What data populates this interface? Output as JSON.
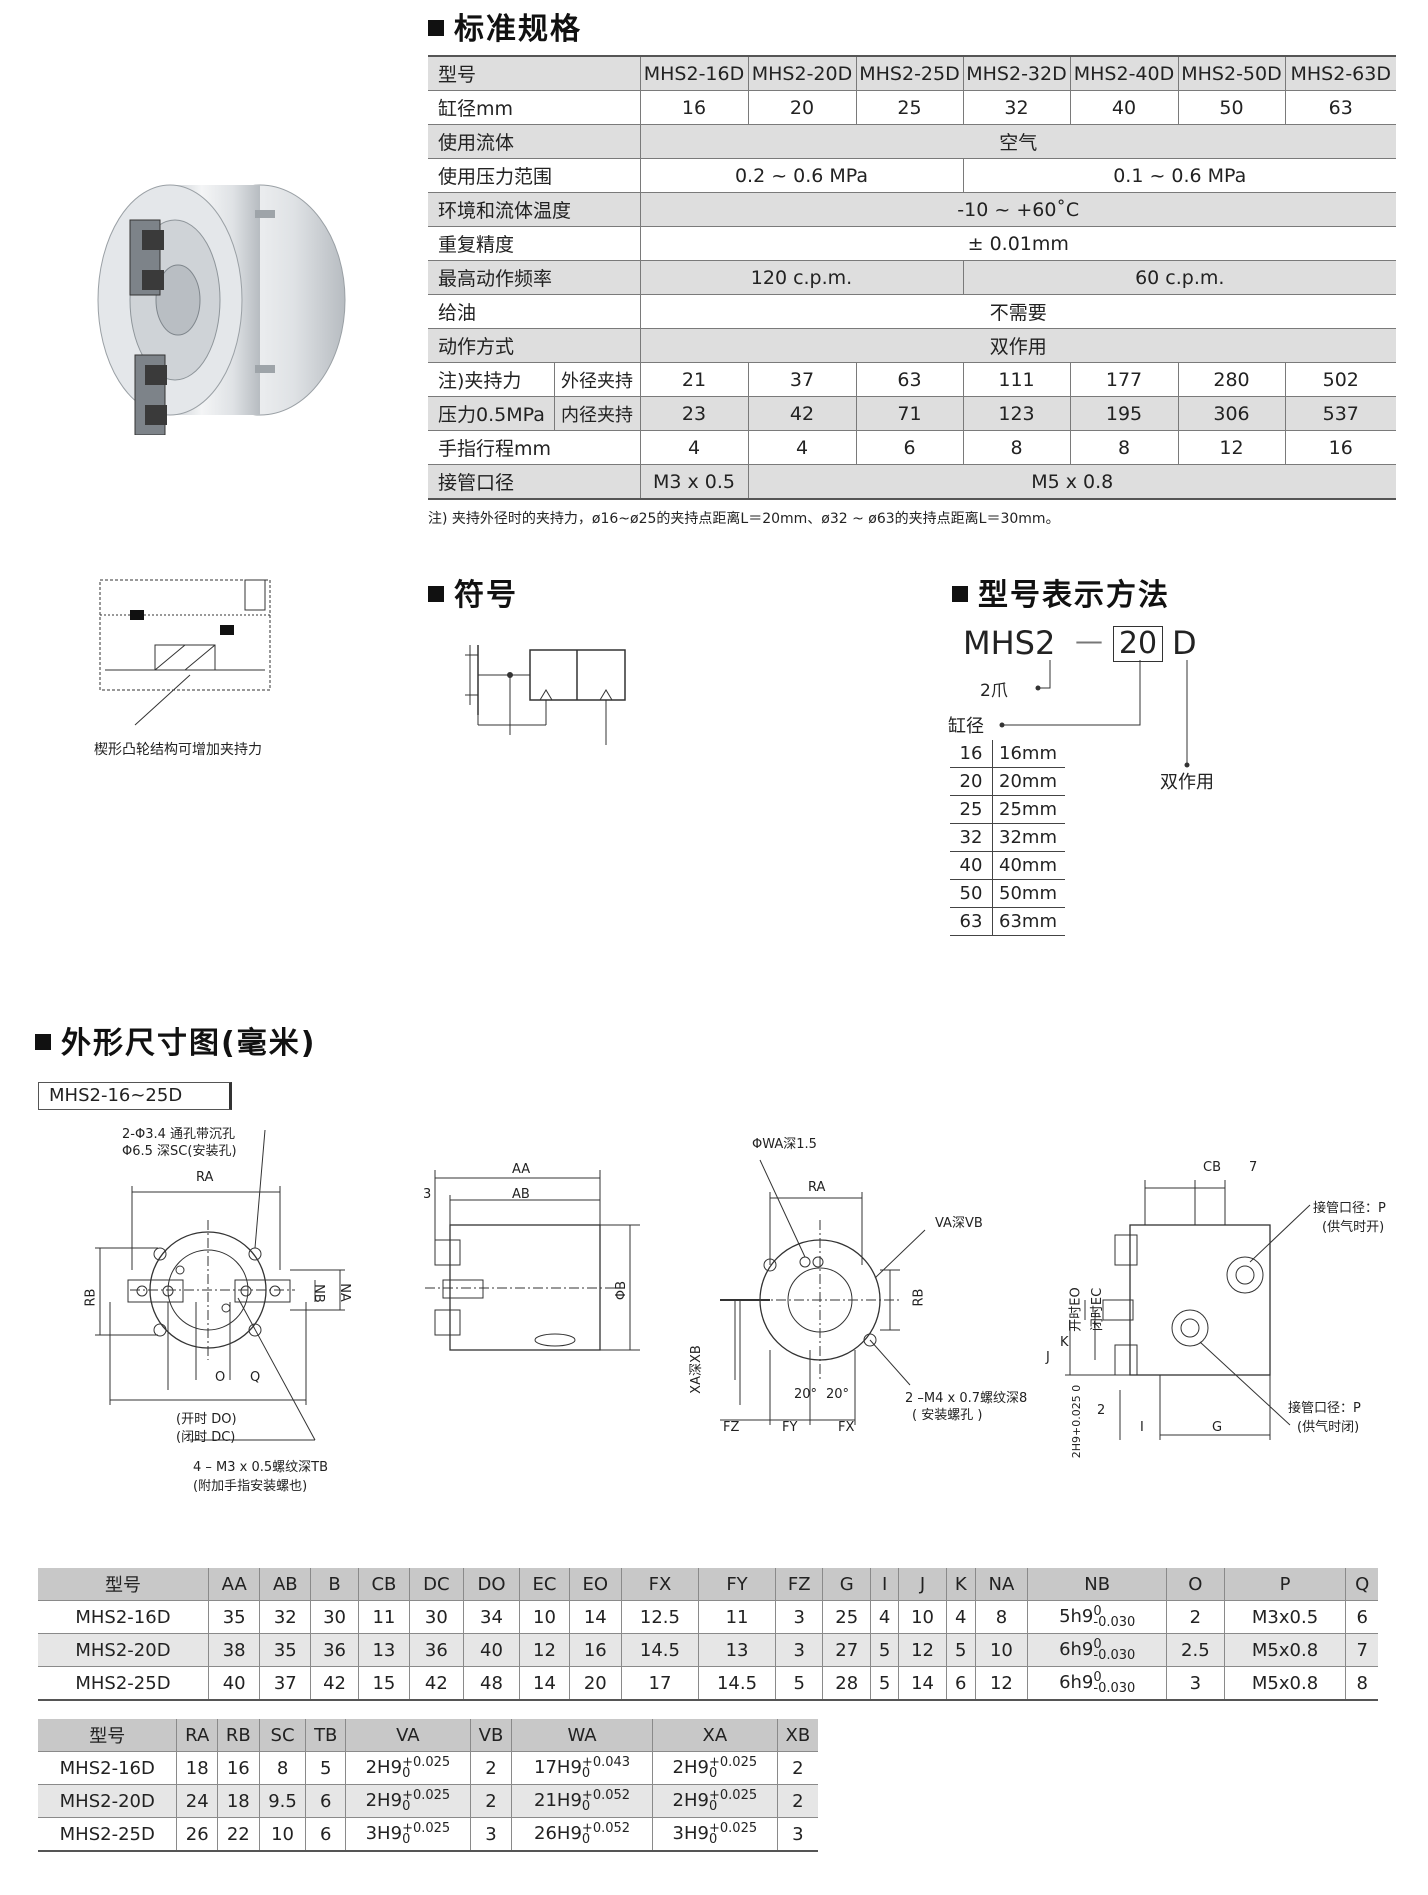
{
  "headings": {
    "spec": "标准规格",
    "symbol": "符号",
    "model_code": "型号表示方法",
    "dimensions": "外形尺寸图(毫米)"
  },
  "spec_table": {
    "header": [
      "型号",
      "MHS2-16D",
      "MHS2-20D",
      "MHS2-25D",
      "MHS2-32D",
      "MHS2-40D",
      "MHS2-50D",
      "MHS2-63D"
    ],
    "bore_label": "缸径mm",
    "bores": [
      "16",
      "20",
      "25",
      "32",
      "40",
      "50",
      "63"
    ],
    "fluid_label": "使用流体",
    "fluid": "空气",
    "pressure_label": "使用压力范围",
    "pressure_a": "0.2 ~ 0.6 MPa",
    "pressure_b": "0.1 ~ 0.6 MPa",
    "temp_label": "环境和流体温度",
    "temp": "-10 ~ +60˚C",
    "repeat_label": "重复精度",
    "repeat": "± 0.01mm",
    "freq_label": "最高动作频率",
    "freq_a": "120 c.p.m.",
    "freq_b": "60 c.p.m.",
    "lube_label": "给油",
    "lube": "不需要",
    "action_label": "动作方式",
    "action": "双作用",
    "force_label_1": "注)夹持力",
    "force_label_2": "压力0.5MPa",
    "outer_label": "外径夹持",
    "inner_label": "内径夹持",
    "outer": [
      "21",
      "37",
      "63",
      "111",
      "177",
      "280",
      "502"
    ],
    "inner": [
      "23",
      "42",
      "71",
      "123",
      "195",
      "306",
      "537"
    ],
    "stroke_label": "手指行程mm",
    "stroke": [
      "4",
      "4",
      "6",
      "8",
      "8",
      "12",
      "16"
    ],
    "port_label": "接管口径",
    "port_a": "M3 x 0.5",
    "port_b": "M5 x 0.8",
    "note": "注) 夹持外径时的夹持力，ø16~ø25的夹持点距离L＝20mm、ø32 ~ ø63的夹持点距离L＝30mm。"
  },
  "cam_caption": "楔形凸轮结构可增加夹持力",
  "model_code": {
    "prefix": "MHS2",
    "dash": "—",
    "bore": "20",
    "suffix": "D",
    "claw_label": "2爪",
    "bore_label": "缸径",
    "action_label": "双作用",
    "bore_options": [
      {
        "code": "16",
        "size": "16mm"
      },
      {
        "code": "20",
        "size": "20mm"
      },
      {
        "code": "25",
        "size": "25mm"
      },
      {
        "code": "32",
        "size": "32mm"
      },
      {
        "code": "40",
        "size": "40mm"
      },
      {
        "code": "50",
        "size": "50mm"
      },
      {
        "code": "63",
        "size": "63mm"
      }
    ]
  },
  "series_label": "MHS2-16~25D",
  "drawing_labels": {
    "d1_hole": "2-Φ3.4 通孔带沉孔",
    "d1_sc": "Φ6.5 深SC(安装孔)",
    "ra": "RA",
    "rb": "RB",
    "nb": "NB",
    "na": "NA",
    "o": "O",
    "q": "Q",
    "do": "(开时 DO)",
    "dc": "(闭时 DC)",
    "tb": "4 – M3 x 0.5螺纹深TB",
    "tb_note": "(附加手指安装螺也)",
    "aa": "AA",
    "ab": "AB",
    "three": "3",
    "b": "ΦB",
    "wa": "ΦWA深1.5",
    "va": "VA深VB",
    "m4": "2 –M4 x 0.7螺纹深8",
    "m4_note": "( 安装螺孔 )",
    "xa": "XA深XB",
    "fz": "FZ",
    "fy": "FY",
    "fx": "FX",
    "deg1": "20°",
    "deg2": "20°",
    "cb": "CB",
    "seven": "7",
    "port_open": "接管口径：P",
    "port_open_note": "(供气时开)",
    "port_close": "接管口径：P",
    "port_close_note": "(供气时闭)",
    "eo": "开时EO",
    "ec": "闭时EC",
    "k": "K",
    "j": "J",
    "h9": "2H9+0.025 0",
    "two": "2",
    "i": "I",
    "g": "G"
  },
  "dim_table1": {
    "header": [
      "型号",
      "AA",
      "AB",
      "B",
      "CB",
      "DC",
      "DO",
      "EC",
      "EO",
      "FX",
      "FY",
      "FZ",
      "G",
      "I",
      "J",
      "K",
      "NA",
      "NB",
      "O",
      "P",
      "Q"
    ],
    "rows": [
      {
        "cells": [
          "MHS2-16D",
          "35",
          "32",
          "30",
          "11",
          "30",
          "34",
          "10",
          "14",
          "12.5",
          "11",
          "3",
          "25",
          "4",
          "10",
          "4",
          "8"
        ],
        "nb": [
          "5h9",
          "0",
          "-0.030"
        ],
        "tail": [
          "2",
          "M3x0.5",
          "6"
        ]
      },
      {
        "cells": [
          "MHS2-20D",
          "38",
          "35",
          "36",
          "13",
          "36",
          "40",
          "12",
          "16",
          "14.5",
          "13",
          "3",
          "27",
          "5",
          "12",
          "5",
          "10"
        ],
        "nb": [
          "6h9",
          "0",
          "-0.030"
        ],
        "tail": [
          "2.5",
          "M5x0.8",
          "7"
        ]
      },
      {
        "cells": [
          "MHS2-25D",
          "40",
          "37",
          "42",
          "15",
          "42",
          "48",
          "14",
          "20",
          "17",
          "14.5",
          "5",
          "28",
          "5",
          "14",
          "6",
          "12"
        ],
        "nb": [
          "6h9",
          "0",
          "-0.030"
        ],
        "tail": [
          "3",
          "M5x0.8",
          "8"
        ]
      }
    ]
  },
  "dim_table2": {
    "header": [
      "型号",
      "RA",
      "RB",
      "SC",
      "TB",
      "VA",
      "VB",
      "WA",
      "XA",
      "XB"
    ],
    "rows": [
      {
        "a": [
          "MHS2-16D",
          "18",
          "16",
          "8",
          "5"
        ],
        "va": [
          "2H9",
          "+0.025",
          "0"
        ],
        "vb": "2",
        "wa": [
          "17H9",
          "+0.043",
          "0"
        ],
        "xa": [
          "2H9",
          "+0.025",
          "0"
        ],
        "xb": "2"
      },
      {
        "a": [
          "MHS2-20D",
          "24",
          "18",
          "9.5",
          "6"
        ],
        "va": [
          "2H9",
          "+0.025",
          "0"
        ],
        "vb": "2",
        "wa": [
          "21H9",
          "+0.052",
          "0"
        ],
        "xa": [
          "2H9",
          "+0.025",
          "0"
        ],
        "xb": "2"
      },
      {
        "a": [
          "MHS2-25D",
          "26",
          "22",
          "10",
          "6"
        ],
        "va": [
          "3H9",
          "+0.025",
          "0"
        ],
        "vb": "3",
        "wa": [
          "26H9",
          "+0.052",
          "0"
        ],
        "xa": [
          "3H9",
          "+0.025",
          "0"
        ],
        "xb": "3"
      }
    ]
  }
}
